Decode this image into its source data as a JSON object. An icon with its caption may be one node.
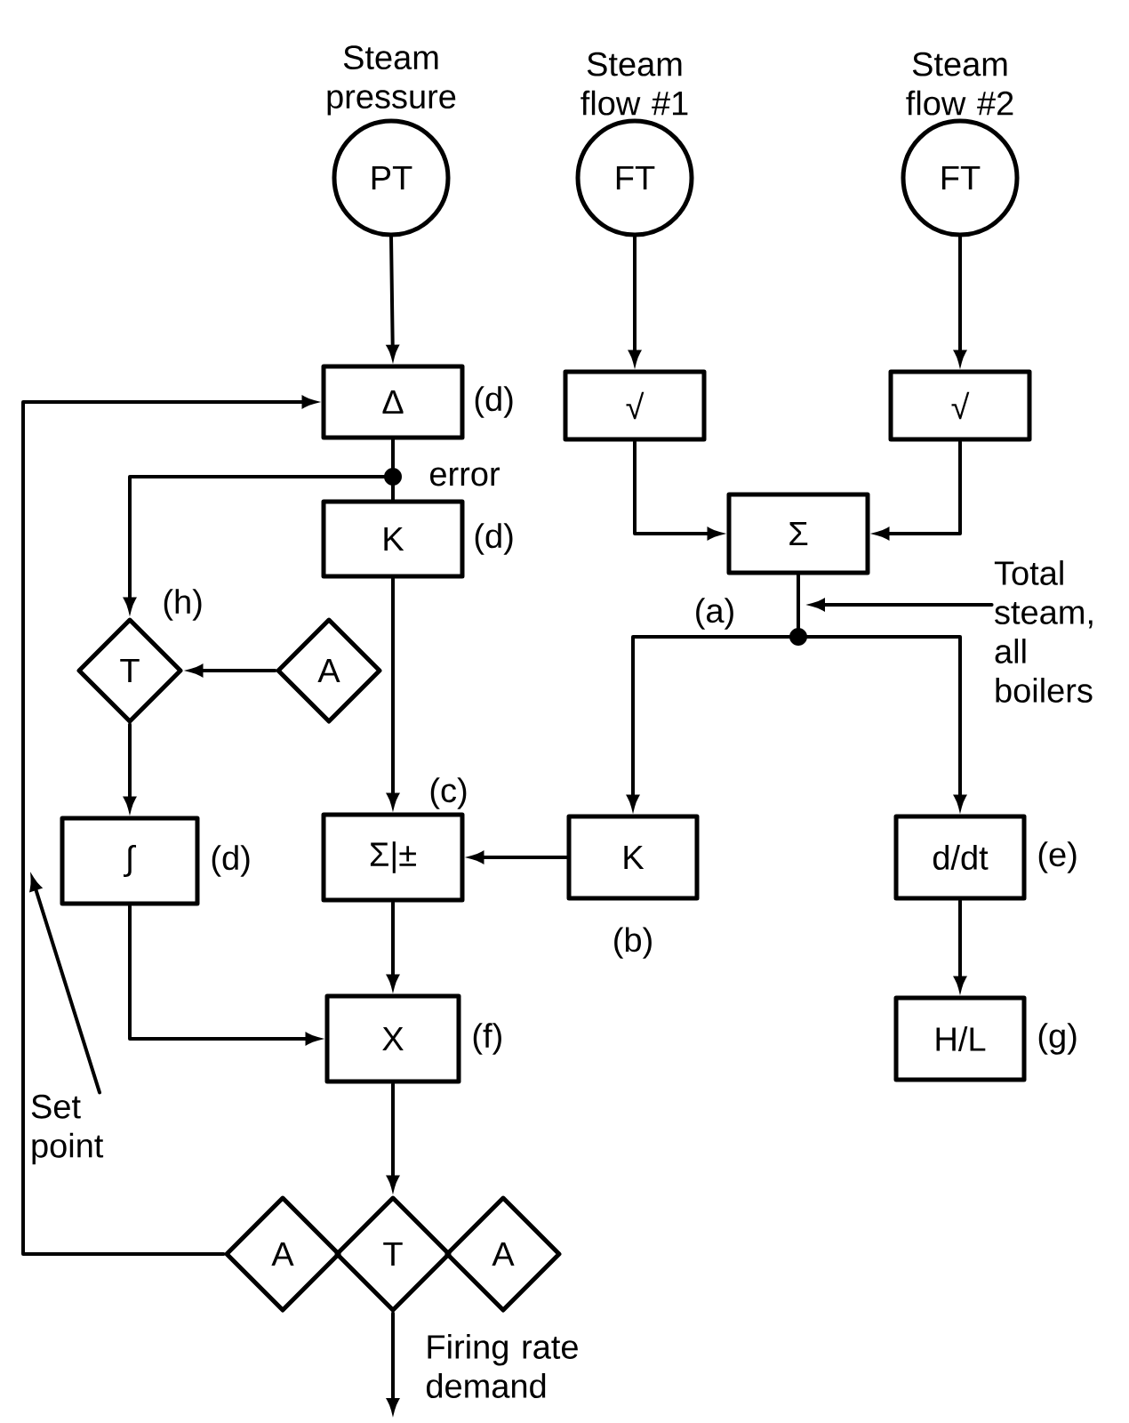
{
  "diagram": {
    "nodes": [
      {
        "text": [
          "Steam pressure",
          "PT"
        ]
      },
      {
        "text": [
          "Steam flow #1",
          "FT"
        ]
      },
      {
        "text": [
          "Steam flow #2",
          "FT"
        ]
      },
      {
        "text": [
          "Δ"
        ],
        "beside": [
          "(d)"
        ]
      },
      {
        "text": [
          "√"
        ]
      },
      {
        "text": [
          "√"
        ]
      },
      {
        "text": [
          "Σ"
        ]
      },
      {
        "text": [
          "K"
        ],
        "beside": [
          "(d)"
        ]
      },
      {
        "text": [
          "T"
        ],
        "beside": [
          "(h)"
        ]
      },
      {
        "text": [
          "A"
        ]
      },
      {
        "text": [
          "∫"
        ],
        "beside": [
          "(d)"
        ]
      },
      {
        "text": [
          "Σ|±"
        ],
        "beside": [
          "(c)"
        ]
      },
      {
        "text": [
          "K"
        ],
        "beside": [
          "(b)"
        ]
      },
      {
        "text": [
          "d/dt"
        ],
        "beside": [
          "(e)"
        ]
      },
      {
        "text": [
          "X"
        ],
        "beside": [
          "(f)"
        ]
      },
      {
        "text": [
          "H/L"
        ],
        "beside": [
          "(g)"
        ]
      },
      {
        "text": [
          "A"
        ]
      },
      {
        "text": [
          "T"
        ]
      },
      {
        "text": [
          "A"
        ]
      },
      {
        "text": [
          "Set point"
        ]
      },
      {
        "text": [
          "Total steam, all boilers"
        ]
      }
    ],
    "edges": [
      {
        "from": 0,
        "to": 3,
        "arrow": "to"
      },
      {
        "from": 1,
        "to": 4,
        "arrow": "to"
      },
      {
        "from": 2,
        "to": 5,
        "arrow": "to"
      },
      {
        "from": 4,
        "to": 6,
        "arrow": "to"
      },
      {
        "from": 5,
        "to": 6,
        "arrow": "to"
      },
      {
        "from": 6,
        "to": 12,
        "arrow": "to"
      },
      {
        "from": 6,
        "to": 13,
        "arrow": "to"
      },
      {
        "from": 3,
        "to": 7,
        "arrow": "none"
      },
      {
        "from": 3,
        "to": 8,
        "arrow": "to"
      },
      {
        "from": 9,
        "to": 8,
        "arrow": "to"
      },
      {
        "from": 8,
        "to": 10,
        "arrow": "to"
      },
      {
        "from": 7,
        "to": 11,
        "arrow": "to"
      },
      {
        "from": 12,
        "to": 11,
        "arrow": "to"
      },
      {
        "from": 10,
        "to": 14,
        "arrow": "to"
      },
      {
        "from": 11,
        "to": 14,
        "arrow": "to"
      },
      {
        "from": 13,
        "to": 15,
        "arrow": "to"
      },
      {
        "from": 14,
        "to": 17,
        "arrow": "to"
      },
      {
        "from": 17,
        "to": null,
        "arrow": "to",
        "label": "Firing rate demand"
      },
      {
        "from": 16,
        "to": 3,
        "arrow": "to"
      },
      {
        "from": 19,
        "to": null,
        "arrow": "to"
      },
      {
        "from": 20,
        "to": null,
        "arrow": "to"
      }
    ],
    "labels": [
      "error",
      "(a)"
    ]
  }
}
